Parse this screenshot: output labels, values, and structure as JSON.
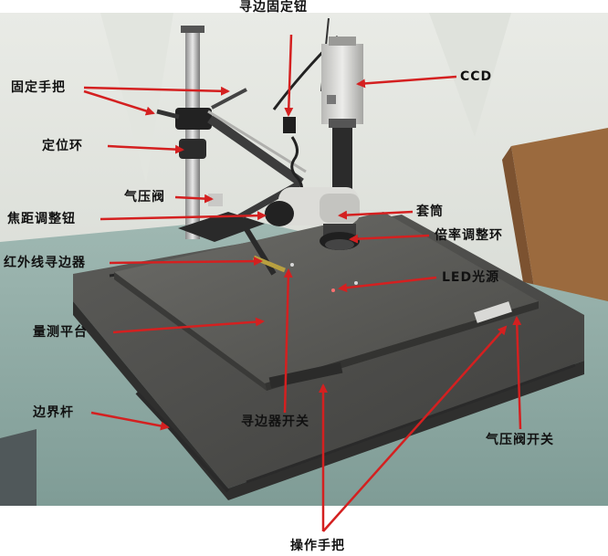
{
  "labels": {
    "edge_clamp_knob": "寻边固定钮",
    "fixed_handle": "固定手把",
    "ccd": "CCD",
    "positioning_ring": "定位环",
    "air_valve": "气压阀",
    "focus_knob": "焦距调整钮",
    "sleeve": "套筒",
    "zoom_ring": "倍率调整环",
    "ir_edge_finder": "红外线寻边器",
    "led_light": "LED光源",
    "measuring_platform": "量测平台",
    "border_rod": "边界杆",
    "edge_finder_switch": "寻边器开关",
    "air_valve_switch": "气压阀开关",
    "operating_handle": "操作手把"
  },
  "colors": {
    "arrow": "#d42020",
    "background": "#ffffff",
    "label_text": "#111111"
  }
}
